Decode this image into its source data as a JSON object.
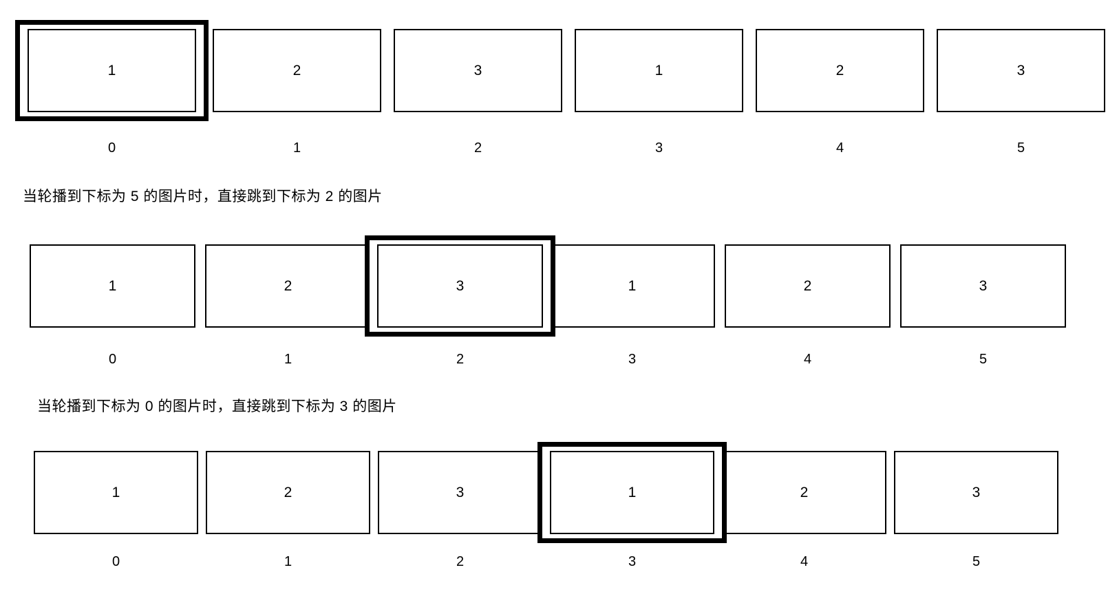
{
  "diagram": {
    "title_text": "",
    "accent_color": "#000000",
    "background_color": "#ffffff",
    "rows": [
      {
        "name": "row-initial",
        "frames": [
          {
            "label": "1",
            "active": true
          },
          {
            "label": "2",
            "active": false
          },
          {
            "label": "3",
            "active": false
          },
          {
            "label": "1",
            "active": false
          },
          {
            "label": "2",
            "active": false
          },
          {
            "label": "3",
            "active": false
          }
        ],
        "indices": [
          "0",
          "1",
          "2",
          "3",
          "4",
          "5"
        ]
      },
      {
        "name": "row-jump-to-2",
        "frames": [
          {
            "label": "1",
            "active": false
          },
          {
            "label": "2",
            "active": false
          },
          {
            "label": "3",
            "active": true
          },
          {
            "label": "1",
            "active": false
          },
          {
            "label": "2",
            "active": false
          },
          {
            "label": "3",
            "active": false
          }
        ],
        "indices": [
          "0",
          "1",
          "2",
          "3",
          "4",
          "5"
        ]
      },
      {
        "name": "row-jump-to-3",
        "frames": [
          {
            "label": "1",
            "active": false
          },
          {
            "label": "2",
            "active": false
          },
          {
            "label": "3",
            "active": false
          },
          {
            "label": "1",
            "active": true
          },
          {
            "label": "2",
            "active": false
          },
          {
            "label": "3",
            "active": false
          }
        ],
        "indices": [
          "0",
          "1",
          "2",
          "3",
          "4",
          "5"
        ]
      }
    ],
    "captions": [
      {
        "name": "caption-jump-5-to-2",
        "text": "当轮播到下标为 5 的图片时，直接跳到下标为 2 的图片"
      },
      {
        "name": "caption-jump-0-to-3",
        "text": "当轮播到下标为 0 的图片时，直接跳到下标为 3 的图片"
      }
    ]
  }
}
